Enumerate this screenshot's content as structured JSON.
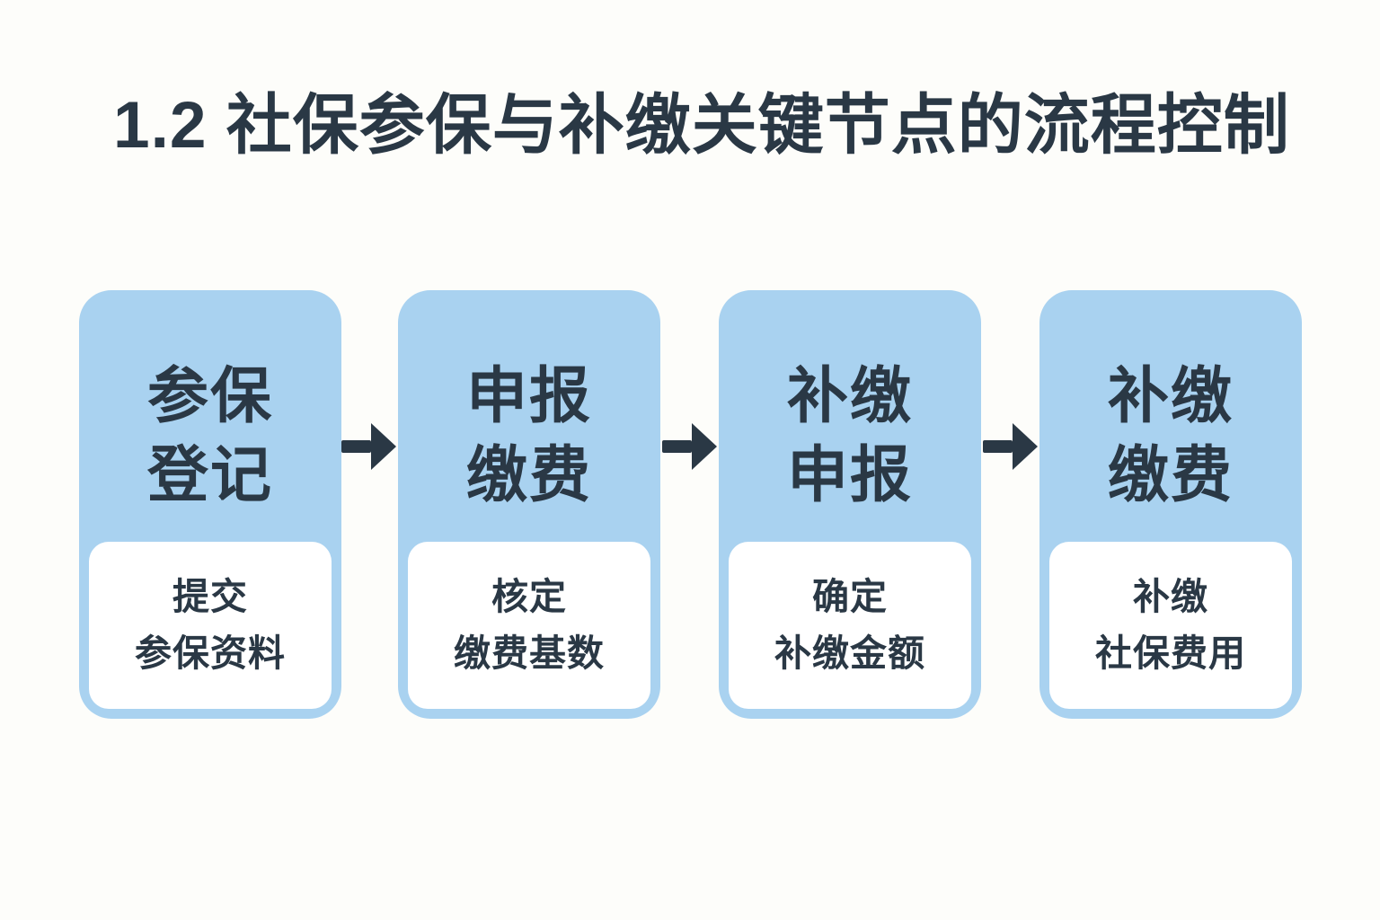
{
  "title": "1.2 社保参保与补缴关键节点的流程控制",
  "flow": {
    "steps": [
      {
        "title_line1": "参保",
        "title_line2": "登记",
        "desc_line1": "提交",
        "desc_line2": "参保资料"
      },
      {
        "title_line1": "申报",
        "title_line2": "缴费",
        "desc_line1": "核定",
        "desc_line2": "缴费基数"
      },
      {
        "title_line1": "补缴",
        "title_line2": "申报",
        "desc_line1": "确定",
        "desc_line2": "补缴金额"
      },
      {
        "title_line1": "补缴",
        "title_line2": "缴费",
        "desc_line1": "补缴",
        "desc_line2": "社保费用"
      }
    ]
  },
  "colors": {
    "card_blue": "#a9d2f0",
    "ink": "#2a3845",
    "panel_white": "#ffffff",
    "background": "#fdfdfa"
  }
}
